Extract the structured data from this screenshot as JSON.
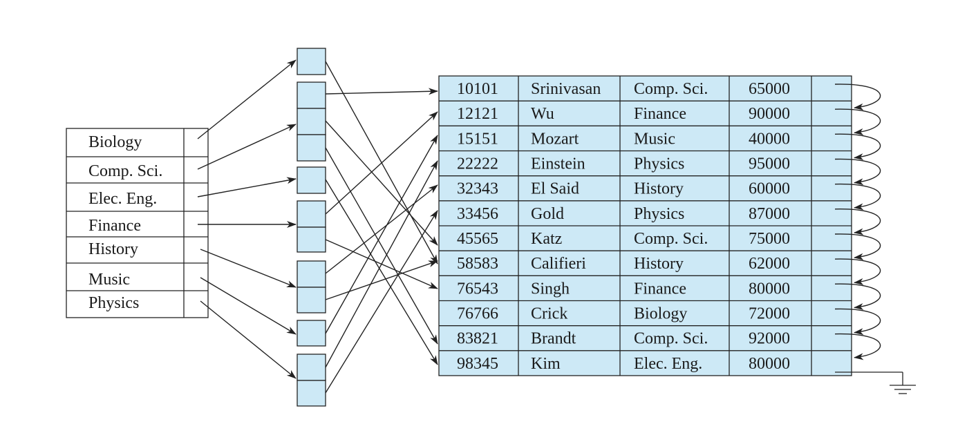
{
  "index_entries": [
    "Biology",
    "Comp. Sci.",
    "Elec. Eng.",
    "Finance",
    "History",
    "Music",
    "Physics"
  ],
  "records": [
    [
      "10101",
      "Srinivasan",
      "Comp. Sci.",
      "65000"
    ],
    [
      "12121",
      "Wu",
      "Finance",
      "90000"
    ],
    [
      "15151",
      "Mozart",
      "Music",
      "40000"
    ],
    [
      "22222",
      "Einstein",
      "Physics",
      "95000"
    ],
    [
      "32343",
      "El Said",
      "History",
      "60000"
    ],
    [
      "33456",
      "Gold",
      "Physics",
      "87000"
    ],
    [
      "45565",
      "Katz",
      "Comp. Sci.",
      "75000"
    ],
    [
      "58583",
      "Califieri",
      "History",
      "62000"
    ],
    [
      "76543",
      "Singh",
      "Finance",
      "80000"
    ],
    [
      "76766",
      "Crick",
      "Biology",
      "72000"
    ],
    [
      "83821",
      "Brandt",
      "Comp. Sci.",
      "92000"
    ],
    [
      "98345",
      "Kim",
      "Elec. Eng.",
      "80000"
    ]
  ],
  "colors": {
    "cell_fill": "#cde9f6",
    "line": "#222222"
  }
}
